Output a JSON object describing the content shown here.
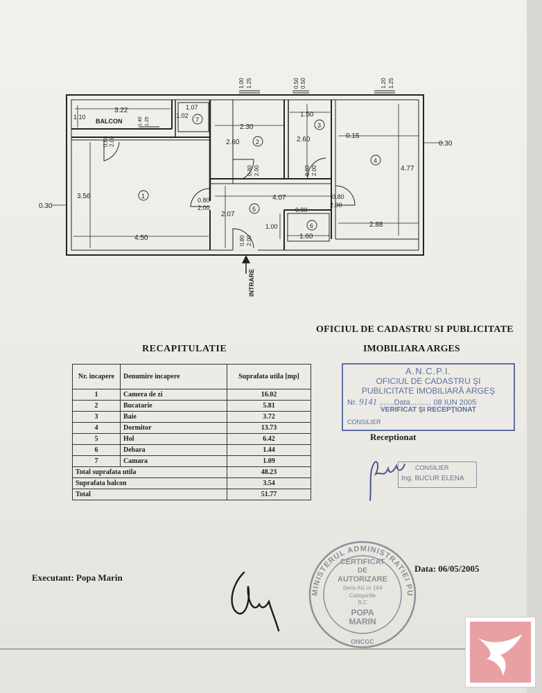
{
  "plan": {
    "balcon_label": "BALCON",
    "intrare_label": "INTRARE",
    "dims": {
      "top_w1": "1.00",
      "top_w2": "1.25",
      "top_w3": "0.50",
      "top_w4": "0.50",
      "top_w5": "1.20",
      "top_w6": "1.25",
      "bal_len": "3.22",
      "bal_w": "1.10",
      "bal_win1": "1.40",
      "bal_win2": "1.25",
      "r7_w": "1.07",
      "r7_h": "1.02",
      "r2_w": "2.30",
      "r2_h": "2.60",
      "r3_w": "1.50",
      "r3_h": "2.60",
      "r4_off": "0.15",
      "r4_h": "4.77",
      "r4_w": "2.88",
      "ext_right": "0.30",
      "ext_left": "0.30",
      "r1_h": "3.56",
      "r1_w": "4.50",
      "door1_a": "0.80",
      "door1_b": "2.00",
      "door_l_a": "0.80",
      "door_l_b": "2.00",
      "door2_a": "0.80",
      "door2_b": "2.00",
      "door3_a": "0.80",
      "door3_b": "2.00",
      "door4_a": "0.80",
      "door4_b": "2.00",
      "entry_a": "0.80",
      "entry_b": "2.00",
      "hall_w": "4.07",
      "hall_h": "2.07",
      "r6_door": "0.90",
      "r6_h": "1.00",
      "r6_w": "1.60"
    },
    "rooms": [
      "1",
      "2",
      "3",
      "4",
      "5",
      "6",
      "7"
    ]
  },
  "recap": {
    "title": "RECAPITULATIE",
    "headers": [
      "Nr. incapere",
      "Denumire incapere",
      "Suprafata utila [mp]"
    ],
    "rows": [
      [
        "1",
        "Camera de zi",
        "16.02"
      ],
      [
        "2",
        "Bucatarie",
        "5.81"
      ],
      [
        "3",
        "Baie",
        "3.72"
      ],
      [
        "4",
        "Dormitor",
        "13.73"
      ],
      [
        "5",
        "Hol",
        "6.42"
      ],
      [
        "6",
        "Debara",
        "1.44"
      ],
      [
        "7",
        "Camara",
        "1.09"
      ]
    ],
    "totals": [
      [
        "Total suprafata utila",
        "48.23"
      ],
      [
        "Suprafata balcon",
        "3.54"
      ],
      [
        "Total",
        "51.77"
      ]
    ]
  },
  "office": {
    "line1": "OFICIUL DE CADASTRU SI PUBLICITATE",
    "line2": "IMOBILIARA ARGES",
    "stamp": {
      "l1": "A.N.C.P.I.",
      "l2": "OFICIUL DE CADASTRU ŞI",
      "l3": "PUBLICITATE IMOBILIARĂ ARGEŞ",
      "nr_label": "Nr.",
      "nr_value": "9141",
      "data_label": ".......Data..........",
      "data_value": "08 IUN 2005",
      "l5": "VERIFICAT ŞI RECEPŢIONAT",
      "l6": "CONSILIER"
    },
    "receptionat": "Receptionat",
    "consilier": {
      "title": "CONSILIER",
      "name": "Ing. BUCUR ELENA"
    }
  },
  "footer": {
    "executant": "Executant:  Popa Marin",
    "data": "Data: 06/05/2005"
  },
  "seal": {
    "ring": "MINISTERUL ADMINISTRATIEI PUBLICE",
    "lines": [
      "CERTIFICAT",
      "DE",
      "AUTORIZARE",
      "Seria AG nr 164",
      "Categoriile",
      "B,C",
      "POPA",
      "MARIN"
    ],
    "bottom": "ONCGC"
  },
  "colors": {
    "ink": "#1d1d1d",
    "stamp_blue": "#5b6fa5",
    "seal_grey": "#8d8f99",
    "logo_red": "#e8a0a3"
  }
}
